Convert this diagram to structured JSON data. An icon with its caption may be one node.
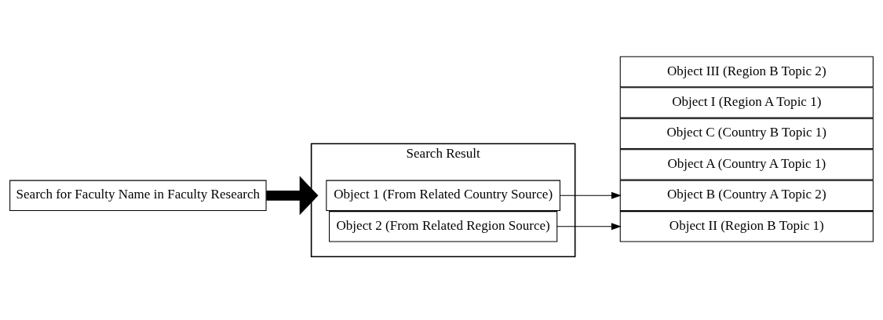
{
  "diagram": {
    "nodes": [
      {
        "text": [
          "Search for Faculty Name in Faculty Research"
        ]
      },
      {
        "text": [
          "Search Result"
        ]
      },
      {
        "text": [
          "Object 1 (From Related Country Source)"
        ],
        "in": 1
      },
      {
        "text": [
          "Object 2 (From Related Region Source)"
        ],
        "in": 1
      },
      {
        "text": [
          "Object A (Country A Topic 1)"
        ]
      },
      {
        "text": [
          "Object B (Country A Topic 2)"
        ]
      },
      {
        "text": [
          "Object C (Country B Topic 1)"
        ]
      },
      {
        "text": [
          "Object I (Region A Topic 1)"
        ]
      },
      {
        "text": [
          "Object II (Region B Topic 1)"
        ]
      },
      {
        "text": [
          "Object III (Region B Topic 2)"
        ]
      }
    ],
    "edges": [
      {
        "from": 0,
        "to": 1,
        "arrow": "to",
        "style": "thick"
      },
      {
        "from": 2,
        "to": 5,
        "arrow": "to"
      },
      {
        "from": 3,
        "to": 8,
        "arrow": "to"
      }
    ]
  }
}
